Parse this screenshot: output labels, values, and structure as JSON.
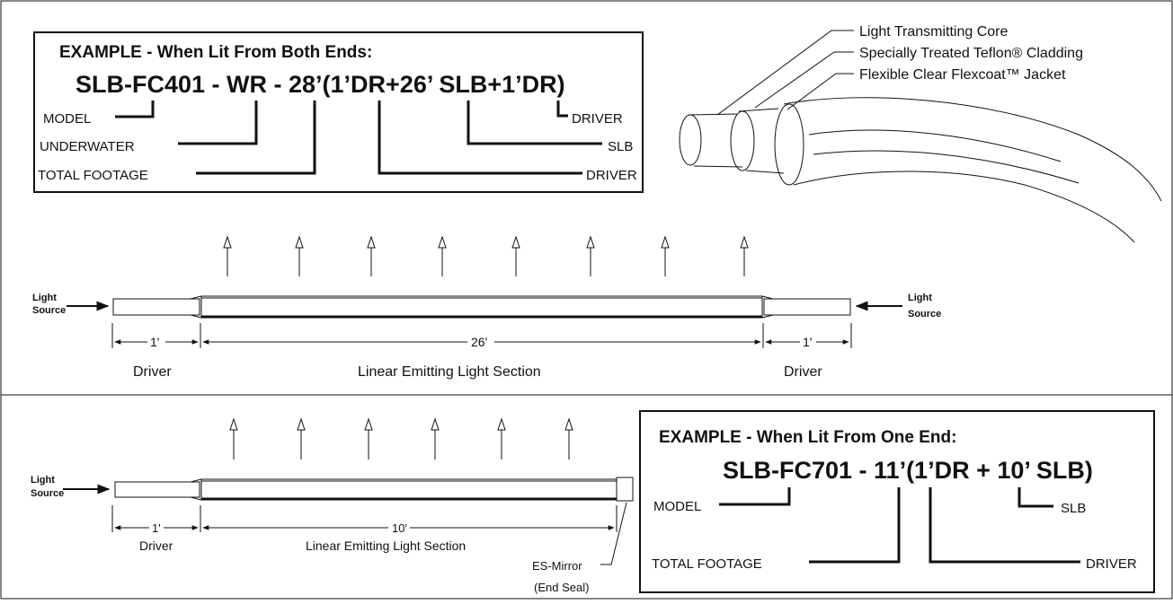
{
  "top_example": {
    "heading": "EXAMPLE - When Lit From Both Ends:",
    "code": "SLB-FC401 - WR - 28’(1’DR+26’ SLB+1’DR)",
    "labels": {
      "model": "MODEL",
      "underwater": "UNDERWATER",
      "total_footage": "TOTAL FOOTAGE",
      "driver_a": "DRIVER",
      "slb": "SLB",
      "driver_b": "DRIVER"
    }
  },
  "cable": {
    "core": "Light Transmitting Core",
    "cladding": "Specially Treated Teflon® Cladding",
    "jacket": "Flexible Clear Flexcoat™ Jacket"
  },
  "top_diagram": {
    "light_source_left": [
      "Light",
      "Source"
    ],
    "light_source_right": [
      "Light",
      "Source"
    ],
    "dim_left": "1'",
    "dim_middle": "26'",
    "dim_right": "1'",
    "label_left": "Driver",
    "label_middle": "Linear Emitting Light Section",
    "label_right": "Driver"
  },
  "bottom_diagram": {
    "light_source": [
      "Light",
      "Source"
    ],
    "dim_left": "1'",
    "dim_middle": "10'",
    "label_left": "Driver",
    "label_middle": "Linear Emitting Light Section",
    "mirror": [
      "ES-Mirror",
      "(End Seal)"
    ]
  },
  "bottom_example": {
    "heading": "EXAMPLE - When Lit From One End:",
    "code": "SLB-FC701 - 11’(1’DR + 10’ SLB)",
    "labels": {
      "model": "MODEL",
      "slb": "SLB",
      "total_footage": "TOTAL FOOTAGE",
      "driver": "DRIVER"
    }
  }
}
